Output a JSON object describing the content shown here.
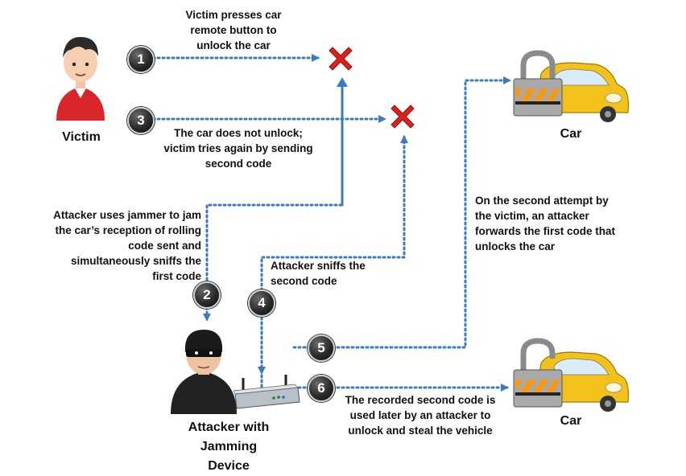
{
  "labels": {
    "victim": "Victim",
    "attacker": "Attacker with Jamming Device",
    "car_top": "Car",
    "car_bottom": "Car"
  },
  "steps": [
    "1",
    "2",
    "3",
    "4",
    "5",
    "6"
  ],
  "notes": {
    "step1": "Victim presses car remote button to unlock the car",
    "step3": "The car does not unlock; victim tries again by sending second code",
    "step2": "Attacker uses jammer to jam the car’s reception of rolling code sent and simultaneously sniffs the first code",
    "step4": "Attacker sniffs the second code",
    "step5": "On the second attempt by the victim, an attacker forwards the first code that unlocks the car",
    "step6": "The recorded second code is used later by an attacker to unlock and steal the vehicle"
  },
  "colors": {
    "arrow": "#3a7bbf",
    "fail_x": "#d8231d",
    "car_body": "#f2c21a",
    "victim_shirt": "#d9262b",
    "attacker_clothes": "#222222"
  },
  "icons": [
    "victim-icon",
    "attacker-icon",
    "jamming-device-icon",
    "car-locked-icon",
    "car-unlocked-icon",
    "fail-x-icon"
  ]
}
